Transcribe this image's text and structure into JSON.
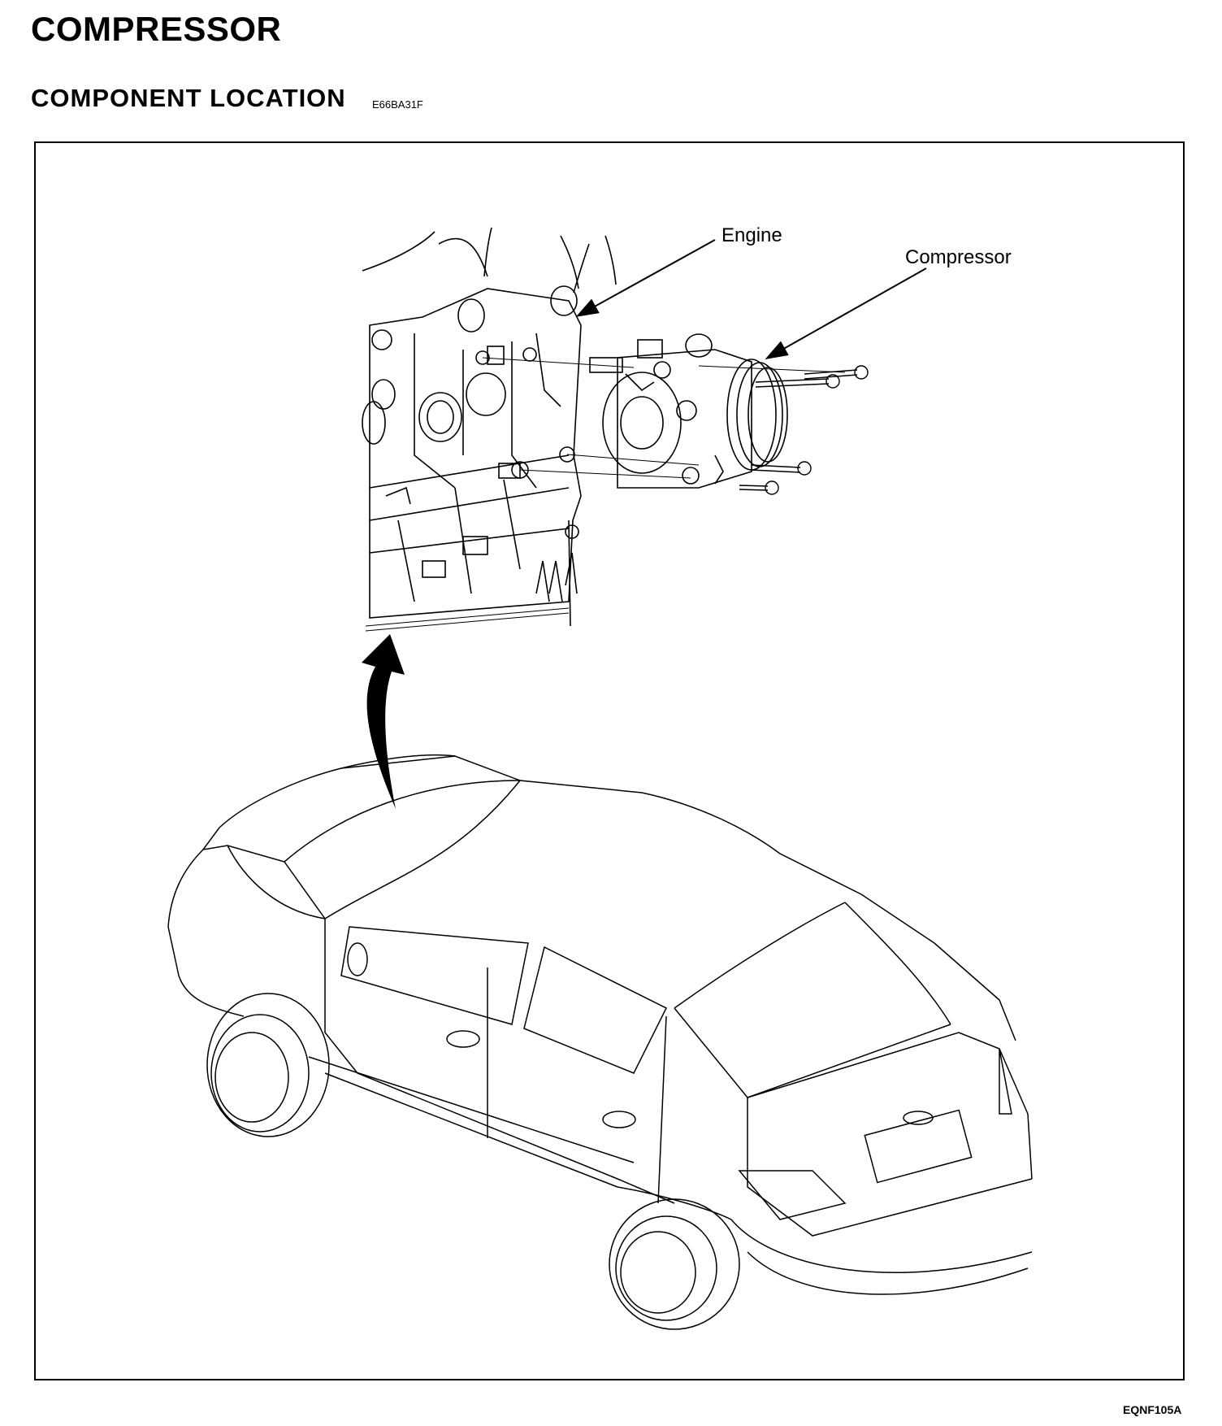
{
  "page": {
    "title": "COMPRESSOR",
    "section": "COMPONENT LOCATION",
    "section_code": "E66BA31F",
    "figure_code": "EQNF105A"
  },
  "diagram": {
    "labels": {
      "engine": "Engine",
      "compressor": "Compressor"
    }
  }
}
